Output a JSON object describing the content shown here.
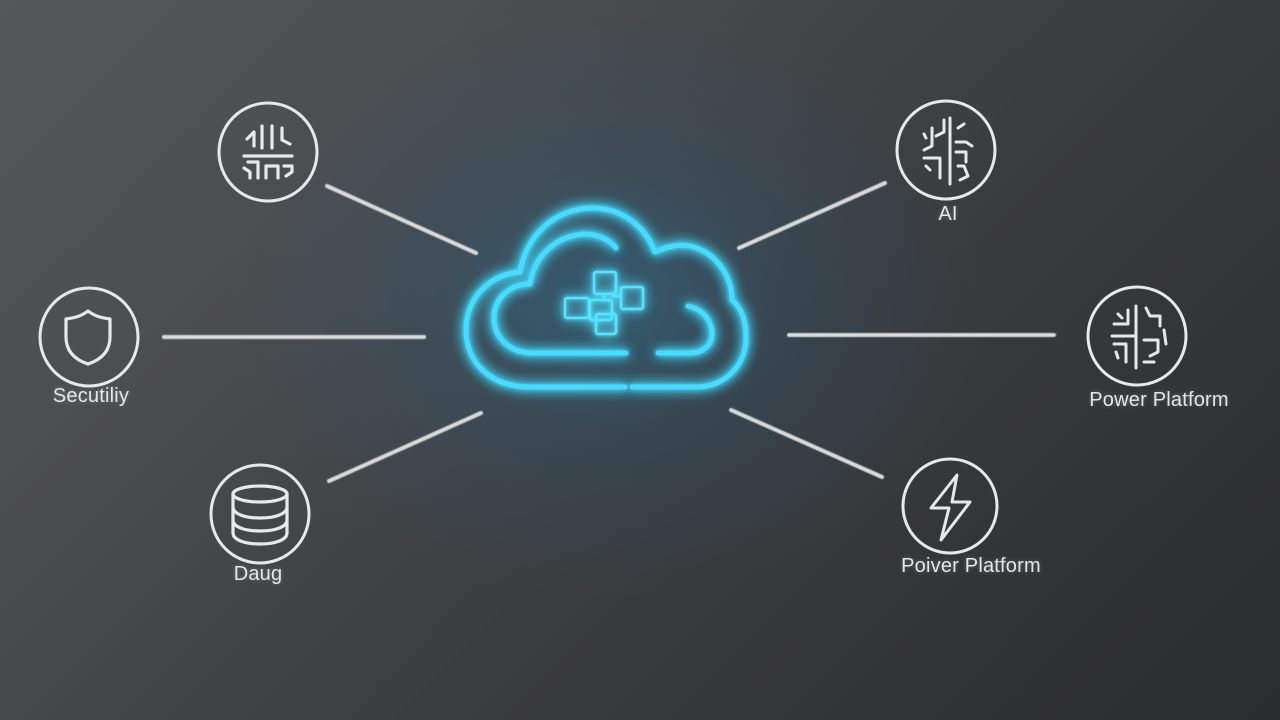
{
  "diagram": {
    "type": "hub-and-spoke",
    "hub": {
      "name": "cloud",
      "icon": "cloud-icon",
      "inner_icon": "connected-blocks-icon",
      "glow_color": "#3fd6ff"
    },
    "nodes": [
      {
        "id": "circuit-top-left",
        "icon": "circuit-chip-icon",
        "label": ""
      },
      {
        "id": "ai",
        "icon": "circuit-brain-icon",
        "label": "AI"
      },
      {
        "id": "security",
        "icon": "shield-icon",
        "label": "Secutiliy"
      },
      {
        "id": "data",
        "icon": "database-icon",
        "label": "Daug"
      },
      {
        "id": "power-platform-circuit",
        "icon": "circuit-brain-icon",
        "label": "Power Platform"
      },
      {
        "id": "power-platform-bolt",
        "icon": "lightning-bolt-icon",
        "label": "Poiver Platform"
      }
    ],
    "colors": {
      "line": "#d8dadc",
      "icon_stroke": "#e6e8ea",
      "hub_neon": "#3fd6ff",
      "background_top_left": "#565758",
      "background_bottom_right": "#2b2c2d"
    }
  }
}
